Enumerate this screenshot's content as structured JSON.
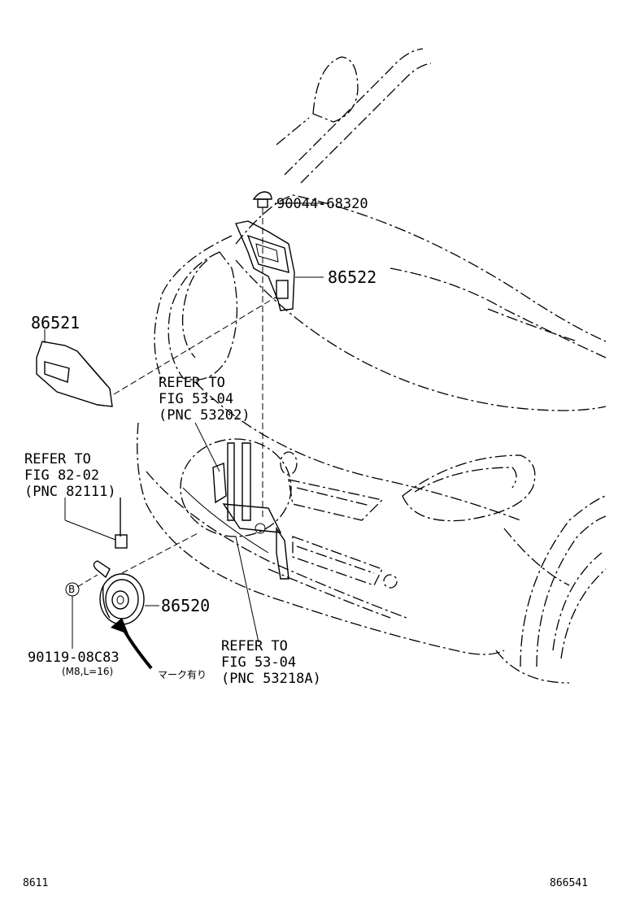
{
  "parts": {
    "clip": "90044-68320",
    "bracket_upper": "86522",
    "bracket_side": "86521",
    "horn": "86520",
    "bolt": "90119-08C83",
    "bolt_spec": "(M8,L=16)",
    "bolt_marker": "B"
  },
  "references": [
    {
      "line1": "REFER TO",
      "line2": "FIG 53-04",
      "line3": "(PNC 53202)"
    },
    {
      "line1": "REFER TO",
      "line2": "FIG 82-02",
      "line3": "(PNC 82111)"
    },
    {
      "line1": "REFER TO",
      "line2": "FIG 53-04",
      "line3": "(PNC 53218A)"
    }
  ],
  "notes": {
    "mark": "マーク有り"
  },
  "footer": {
    "left": "8611",
    "right": "866541"
  }
}
